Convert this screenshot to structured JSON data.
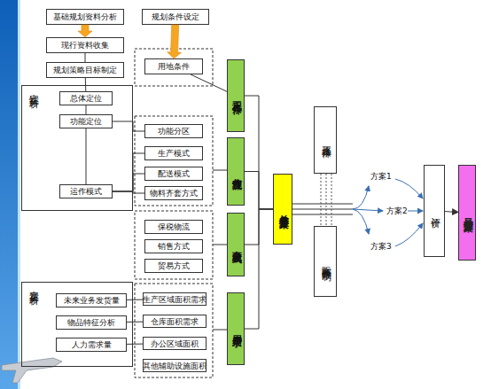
{
  "diagram": {
    "nodes": [
      {
        "text": [
          "基础规划资料分析"
        ]
      },
      {
        "text": [
          "现行资料收集"
        ]
      },
      {
        "text": [
          "规划策略目标制定"
        ]
      },
      {
        "text": [
          "定性分析"
        ]
      },
      {
        "text": [
          "总体定位"
        ],
        "in": 3
      },
      {
        "text": [
          "功能定位"
        ],
        "in": 3
      },
      {
        "text": [
          "运作模式"
        ],
        "in": 3
      },
      {
        "text": [
          "规划条件设定"
        ]
      },
      {
        "text": [
          "用地条件"
        ]
      },
      {
        "text": [
          "功能分区"
        ]
      },
      {
        "text": [
          "生产模式"
        ]
      },
      {
        "text": [
          "配送模式"
        ]
      },
      {
        "text": [
          "物料齐套方式"
        ]
      },
      {
        "text": [
          "保税物流"
        ]
      },
      {
        "text": [
          "销售方式"
        ]
      },
      {
        "text": [
          "贸易方式"
        ]
      },
      {
        "text": [
          "定量分析"
        ]
      },
      {
        "text": [
          "未来业务发货量"
        ],
        "in": 16
      },
      {
        "text": [
          "物品特征分析"
        ],
        "in": 16
      },
      {
        "text": [
          "人力需求量"
        ],
        "in": 16
      },
      {
        "text": [
          "生产区域面积需求"
        ]
      },
      {
        "text": [
          "仓库面积需求"
        ]
      },
      {
        "text": [
          "办公区域面积"
        ]
      },
      {
        "text": [
          "其他辅助设施面积"
        ]
      },
      {
        "text": [
          "工程条件"
        ]
      },
      {
        "text": [
          "作业流程"
        ]
      },
      {
        "text": [
          "商业模式"
        ]
      },
      {
        "text": [
          "用户需求"
        ]
      },
      {
        "text": [
          "总体布置方案"
        ]
      },
      {
        "text": [
          "修正条件"
        ]
      },
      {
        "text": [
          "实际条件限制"
        ]
      },
      {
        "text": [
          "评价"
        ]
      },
      {
        "text": [
          "最佳布置方案"
        ]
      }
    ],
    "edges": [
      {
        "from": 0,
        "to": 1,
        "arrow": "to"
      },
      {
        "from": 1,
        "to": 2,
        "arrow": "none"
      },
      {
        "from": 2,
        "to": 4,
        "arrow": "none"
      },
      {
        "from": 4,
        "to": 5,
        "arrow": "none"
      },
      {
        "from": 5,
        "to": 6,
        "arrow": "none"
      },
      {
        "from": 5,
        "to": 9,
        "arrow": "none"
      },
      {
        "from": 6,
        "to": 10,
        "arrow": "none"
      },
      {
        "from": 6,
        "to": 11,
        "arrow": "none"
      },
      {
        "from": 6,
        "to": 12,
        "arrow": "none"
      },
      {
        "from": 7,
        "to": 8,
        "arrow": "to"
      },
      {
        "from": 8,
        "to": 24,
        "arrow": "none"
      },
      {
        "from": 17,
        "to": 20,
        "arrow": "none"
      },
      {
        "from": 18,
        "to": 21,
        "arrow": "none"
      },
      {
        "from": 19,
        "to": 22,
        "arrow": "none"
      },
      {
        "from": 24,
        "to": 28,
        "arrow": "none"
      },
      {
        "from": 25,
        "to": 28,
        "arrow": "none"
      },
      {
        "from": 26,
        "to": 28,
        "arrow": "none"
      },
      {
        "from": 27,
        "to": 28,
        "arrow": "none"
      },
      {
        "from": 31,
        "to": 32,
        "arrow": "to"
      }
    ],
    "labels": [
      "方案1",
      "方案2",
      "方案3"
    ]
  }
}
